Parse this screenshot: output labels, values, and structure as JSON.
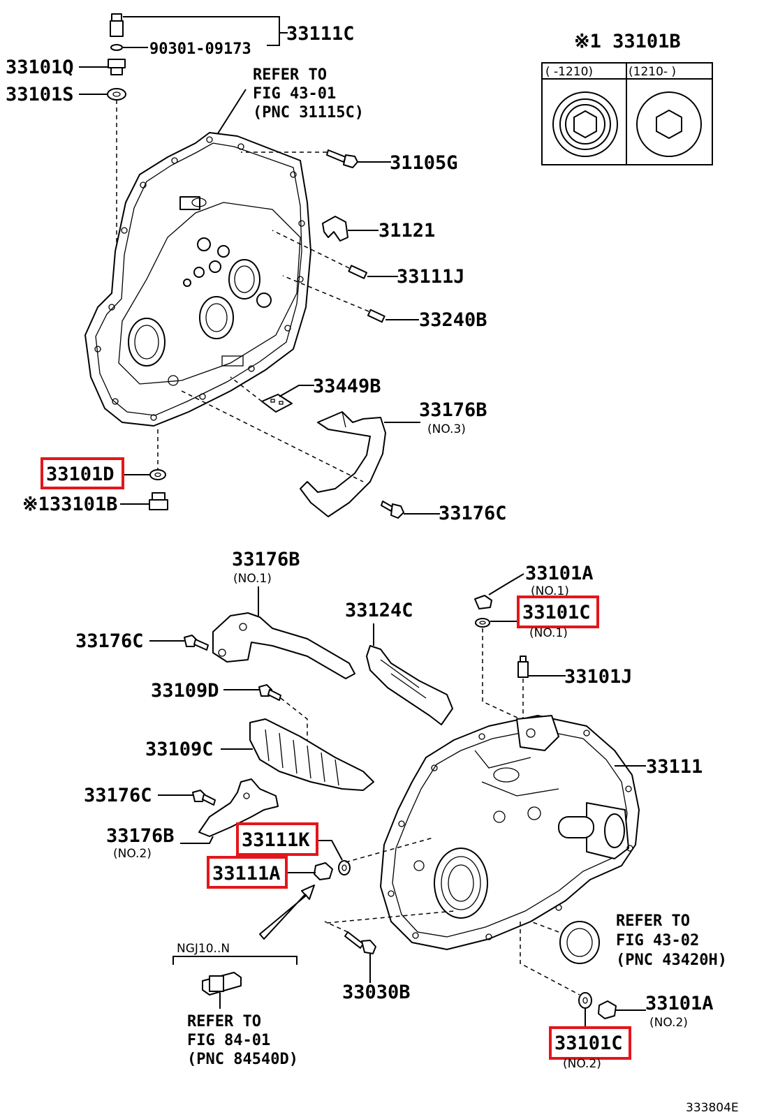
{
  "diagram_code": "333804E",
  "inset": {
    "title": "※1 33101B",
    "col_left": "(      -1210)",
    "col_right": "(1210-      )"
  },
  "refs": {
    "fig4301": [
      "REFER TO",
      "FIG 43-01",
      "(PNC 31115C)"
    ],
    "fig4302": [
      "REFER TO",
      "FIG 43-02",
      "(PNC 43420H)"
    ],
    "fig8401": [
      "REFER TO",
      "FIG 84-01",
      "(PNC 84540D)"
    ],
    "ngj": "NGJ10..N"
  },
  "labels": {
    "p33111C": "33111C",
    "p90301": "90301-09173",
    "p33101Q": "33101Q",
    "p33101S": "33101S",
    "p31105G": "31105G",
    "p31121": "31121",
    "p33111J": "33111J",
    "p33240B": "33240B",
    "p33449B": "33449B",
    "p33176B_3": "33176B",
    "p33176B_3_sub": "(NO.3)",
    "p33101D": "33101D",
    "p33101B": "※133101B",
    "p33176C_top": "33176C",
    "p33176B_1": "33176B",
    "p33176B_1_sub": "(NO.1)",
    "p33124C": "33124C",
    "p33101A_1": "33101A",
    "p33101A_1_sub": "(NO.1)",
    "p33101C_1": "33101C",
    "p33101C_1_sub": "(NO.1)",
    "p33176C_a": "33176C",
    "p33101J": "33101J",
    "p33109D": "33109D",
    "p33109C": "33109C",
    "p33111": "33111",
    "p33176C_b": "33176C",
    "p33176B_2": "33176B",
    "p33176B_2_sub": "(NO.2)",
    "p33111K": "33111K",
    "p33111A": "33111A",
    "p33030B": "33030B",
    "p33101A_2": "33101A",
    "p33101A_2_sub": "(NO.2)",
    "p33101C_2": "33101C",
    "p33101C_2_sub": "(NO.2)"
  },
  "highlight_color": "#e3161b"
}
